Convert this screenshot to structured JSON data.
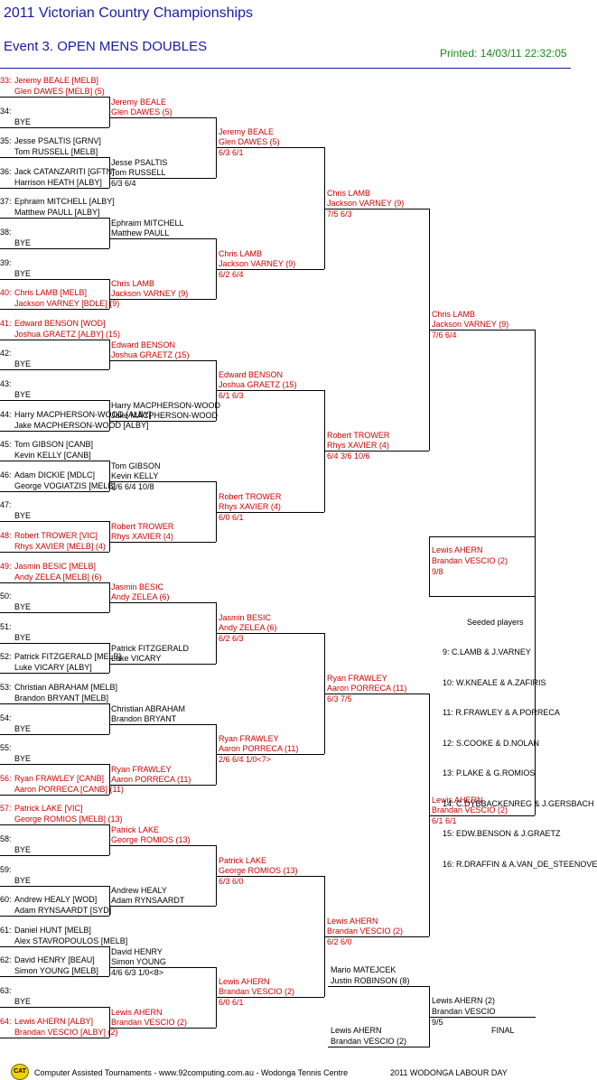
{
  "header": {
    "title": "2011 Victorian Country Championships",
    "event": "Event 3. OPEN MENS DOUBLES",
    "printed": "Printed: 14/03/11 22:32:05"
  },
  "round1": [
    {
      "num": "33:",
      "a": "Jeremy BEALE [MELB]",
      "b": "Glen DAWES [MELB] (5)",
      "red": true
    },
    {
      "num": "34:",
      "a": "BYE",
      "b": "",
      "red": false
    },
    {
      "num": "35:",
      "a": "Jesse PSALTIS [GRNV]",
      "b": "Tom RUSSELL [MELB]",
      "red": false
    },
    {
      "num": "36:",
      "a": "Jack CATANZARITI [GFTN]",
      "b": "Harrison HEATH [ALBY]",
      "red": false
    },
    {
      "num": "37:",
      "a": "Ephraim MITCHELL [ALBY]",
      "b": "Matthew PAULL [ALBY]",
      "red": false
    },
    {
      "num": "38:",
      "a": "BYE",
      "b": "",
      "red": false
    },
    {
      "num": "39:",
      "a": "BYE",
      "b": "",
      "red": false
    },
    {
      "num": "40:",
      "a": "Chris LAMB [MELB]",
      "b": "Jackson VARNEY [BDLE] (9)",
      "red": true
    },
    {
      "num": "41:",
      "a": "Edward BENSON [WOD]",
      "b": "Joshua GRAETZ [ALBY] (15)",
      "red": true
    },
    {
      "num": "42:",
      "a": "BYE",
      "b": "",
      "red": false
    },
    {
      "num": "43:",
      "a": "BYE",
      "b": "",
      "red": false
    },
    {
      "num": "44:",
      "a": "Harry MACPHERSON-WOOD [ALBY]",
      "b": "Jake MACPHERSON-WOOD [ALBY]",
      "red": false
    },
    {
      "num": "45:",
      "a": "Tom GIBSON [CANB]",
      "b": "Kevin KELLY [CANB]",
      "red": false
    },
    {
      "num": "46:",
      "a": "Adam DICKIE [MDLC]",
      "b": "George VOGIATZIS [MELB]",
      "red": false
    },
    {
      "num": "47:",
      "a": "BYE",
      "b": "",
      "red": false
    },
    {
      "num": "48:",
      "a": "Robert TROWER [VIC]",
      "b": "Rhys XAVIER [MELB] (4)",
      "red": true
    },
    {
      "num": "49:",
      "a": "Jasmin BESIC [MELB]",
      "b": "Andy ZELEA [MELB] (6)",
      "red": true
    },
    {
      "num": "50:",
      "a": "BYE",
      "b": "",
      "red": false
    },
    {
      "num": "51:",
      "a": "BYE",
      "b": "",
      "red": false
    },
    {
      "num": "52:",
      "a": "Patrick FITZGERALD [MELB]",
      "b": "Luke VICARY [ALBY]",
      "red": false
    },
    {
      "num": "53:",
      "a": "Christian ABRAHAM [MELB]",
      "b": "Brandon BRYANT [MELB]",
      "red": false
    },
    {
      "num": "54:",
      "a": "BYE",
      "b": "",
      "red": false
    },
    {
      "num": "55:",
      "a": "BYE",
      "b": "",
      "red": false
    },
    {
      "num": "56:",
      "a": "Ryan FRAWLEY [CANB]",
      "b": "Aaron PORRECA [CANB] (11)",
      "red": true
    },
    {
      "num": "57:",
      "a": "Patrick LAKE [VIC]",
      "b": "George ROMIOS [MELB] (13)",
      "red": true
    },
    {
      "num": "58:",
      "a": "BYE",
      "b": "",
      "red": false
    },
    {
      "num": "59:",
      "a": "BYE",
      "b": "",
      "red": false
    },
    {
      "num": "60:",
      "a": "Andrew HEALY [WOD]",
      "b": "Adam RYNSAARDT [SYD]",
      "red": false
    },
    {
      "num": "61:",
      "a": "Daniel HUNT [MELB]",
      "b": "Alex STAVROPOULOS [MELB]",
      "red": false
    },
    {
      "num": "62:",
      "a": "David HENRY [BEAU]",
      "b": "Simon YOUNG [MELB]",
      "red": false
    },
    {
      "num": "63:",
      "a": "BYE",
      "b": "",
      "red": false
    },
    {
      "num": "64:",
      "a": "Lewis AHERN [ALBY]",
      "b": "Brandan VESCIO [ALBY] (2)",
      "red": true
    }
  ],
  "round2": [
    {
      "a": "Jeremy BEALE",
      "b": "Glen DAWES (5)",
      "score": "",
      "red": true
    },
    {
      "a": "Jesse PSALTIS",
      "b": "Tom RUSSELL",
      "score": "6/3 6/4",
      "red": false
    },
    {
      "a": "Ephraim MITCHELL",
      "b": "Matthew PAULL",
      "score": "",
      "red": false
    },
    {
      "a": "Chris LAMB",
      "b": "Jackson VARNEY (9)",
      "score": "",
      "red": true
    },
    {
      "a": "Edward BENSON",
      "b": "Joshua GRAETZ (15)",
      "score": "",
      "red": true
    },
    {
      "a": "Harry MACPHERSON-WOOD",
      "b": "Jake MACPHERSON-WOOD",
      "score": "",
      "red": false
    },
    {
      "a": "Tom GIBSON",
      "b": "Kevin KELLY",
      "score": "2/6 6/4 10/8",
      "red": false
    },
    {
      "a": "Robert TROWER",
      "b": "Rhys XAVIER (4)",
      "score": "",
      "red": true
    },
    {
      "a": "Jasmin BESIC",
      "b": "Andy ZELEA (6)",
      "score": "",
      "red": true
    },
    {
      "a": "Patrick FITZGERALD",
      "b": "Luke VICARY",
      "score": "",
      "red": false
    },
    {
      "a": "Christian ABRAHAM",
      "b": "Brandon BRYANT",
      "score": "",
      "red": false
    },
    {
      "a": "Ryan FRAWLEY",
      "b": "Aaron PORRECA (11)",
      "score": "",
      "red": true
    },
    {
      "a": "Patrick LAKE",
      "b": "George ROMIOS (13)",
      "score": "",
      "red": true
    },
    {
      "a": "Andrew HEALY",
      "b": "Adam RYNSAARDT",
      "score": "",
      "red": false
    },
    {
      "a": "David HENRY",
      "b": "Simon YOUNG",
      "score": "4/6 6/3 1/0<8>",
      "red": false
    },
    {
      "a": "Lewis AHERN",
      "b": "Brandan VESCIO (2)",
      "score": "",
      "red": true
    }
  ],
  "round3": [
    {
      "a": "Jeremy BEALE",
      "b": "Glen DAWES (5)",
      "score": "6/3 6/1",
      "red": true
    },
    {
      "a": "Chris LAMB",
      "b": "Jackson VARNEY (9)",
      "score": "6/2 6/4",
      "red": true
    },
    {
      "a": "Edward BENSON",
      "b": "Joshua GRAETZ (15)",
      "score": "6/1 6/3",
      "red": true
    },
    {
      "a": "Robert TROWER",
      "b": "Rhys XAVIER (4)",
      "score": "6/0 6/1",
      "red": true
    },
    {
      "a": "Jasmin BESIC",
      "b": "Andy ZELEA (6)",
      "score": "6/2 6/3",
      "red": true
    },
    {
      "a": "Ryan FRAWLEY",
      "b": "Aaron PORRECA (11)",
      "score": "2/6 6/4 1/0<7>",
      "red": true
    },
    {
      "a": "Patrick LAKE",
      "b": "George ROMIOS (13)",
      "score": "6/3 6/0",
      "red": true
    },
    {
      "a": "Lewis AHERN",
      "b": "Brandan VESCIO (2)",
      "score": "6/0 6/1",
      "red": true
    }
  ],
  "round4": [
    {
      "a": "Chris LAMB",
      "b": "Jackson VARNEY (9)",
      "score": "7/5 6/3",
      "red": true
    },
    {
      "a": "Robert TROWER",
      "b": "Rhys XAVIER (4)",
      "score": "6/4 3/6 10/6",
      "red": true
    },
    {
      "a": "Ryan FRAWLEY",
      "b": "Aaron PORRECA (11)",
      "score": "6/3 7/5",
      "red": true
    },
    {
      "a": "Lewis AHERN",
      "b": "Brandan VESCIO (2)",
      "score": "6/2 6/0",
      "red": true
    }
  ],
  "round5": [
    {
      "a": "Chris LAMB",
      "b": "Jackson VARNEY (9)",
      "score": "7/6 6/4",
      "red": true
    },
    {
      "a": "Lewis AHERN",
      "b": "Brandan VESCIO (2)",
      "score": "6/1 6/1",
      "red": true
    }
  ],
  "semi_winner": {
    "a": "Lewis AHERN",
    "b": "Brandan VESCIO (2)",
    "score": "9/8"
  },
  "seeded": {
    "title": "Seeded players",
    "items": [
      "9: C.LAMB & J.VARNEY",
      "10: W.KNEALE & A.ZAFIRIS",
      "11: R.FRAWLEY & A.PORRECA",
      "12: S.COOKE & D.NOLAN",
      "13: P.LAKE & G.ROMIOS",
      "14: C.DYBBACKENREG & J.GERSBACH",
      "15: EDW.BENSON & J.GRAETZ",
      "16: R.DRAFFIN & A.VAN_DE_STEENOVEN"
    ]
  },
  "final_block": {
    "top_a": "Mario MATEJCEK",
    "top_b": "Justin ROBINSON (8)",
    "bottom_a": "Lewis AHERN",
    "bottom_b": "Brandan VESCIO (2)",
    "winner_a": "Lewis AHERN (2)",
    "winner_b": "Brandan VESCIO",
    "winner_score": "9/5",
    "label": "FINAL"
  },
  "footer": {
    "logo": "CAT",
    "left": "Computer Assisted Tournaments - www.92computing.com.au -  Wodonga Tennis Centre",
    "right": "2011 WODONGA LABOUR DAY"
  },
  "colors": {
    "title": "#1a1aa6",
    "printed": "#1a8a1a",
    "seeded": "#cc0000"
  }
}
